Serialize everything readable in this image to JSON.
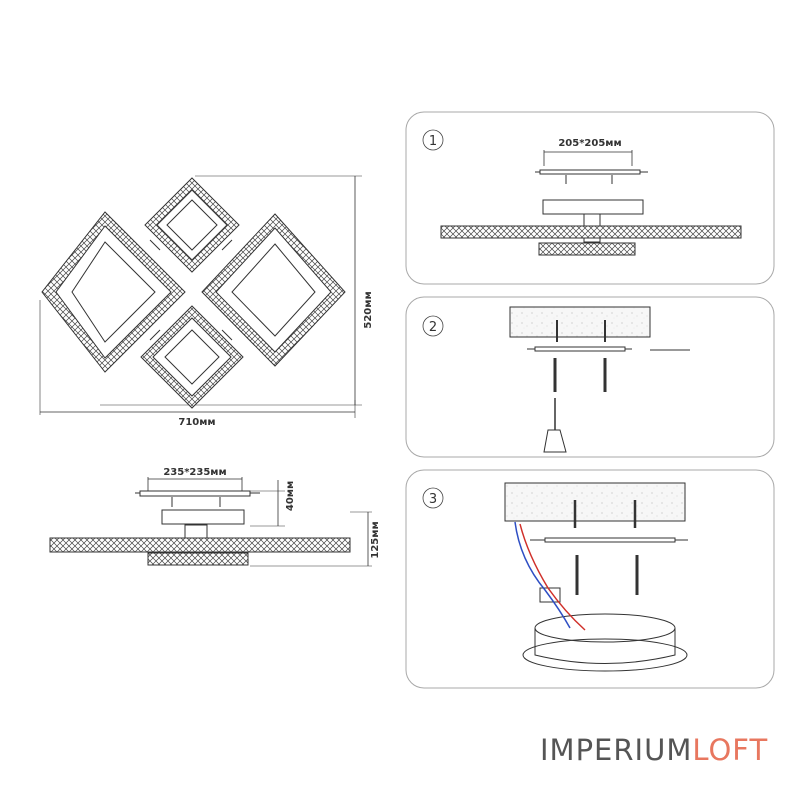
{
  "dimensions": {
    "width": "710мм",
    "height": "520мм",
    "mount_base": "235*235мм",
    "mount_depth": "40мм",
    "total_depth": "125мм"
  },
  "steps": [
    {
      "number": "1",
      "plate_size": "205*205мм"
    },
    {
      "number": "2"
    },
    {
      "number": "3"
    }
  ],
  "brand": {
    "part1": "IMPERIUM",
    "part2": "LOFT"
  },
  "colors": {
    "line": "#333333",
    "panel_border": "#a8a8a8",
    "wire_blue": "#2f4fc4",
    "wire_red": "#d0302a",
    "logo_gray": "#555555",
    "logo_accent": "#e8775f"
  }
}
